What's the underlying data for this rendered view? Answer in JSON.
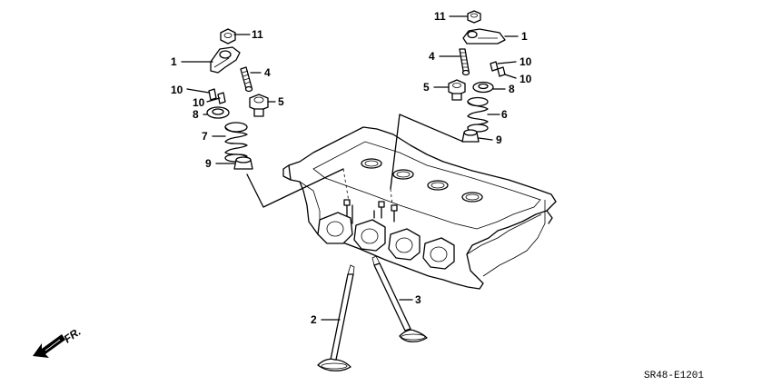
{
  "diagram": {
    "labels": {
      "l11_left": "11",
      "l1_left": "1",
      "l4_left": "4",
      "l10a_left": "10",
      "l10b_left": "10",
      "l5_left": "5",
      "l8_left": "8",
      "l7_left": "7",
      "l9_left": "9",
      "l11_right": "11",
      "l1_right": "1",
      "l4_right": "4",
      "l10a_right": "10",
      "l10b_right": "10",
      "l5_right": "5",
      "l8_right": "8",
      "l6_right": "6",
      "l9_right": "9",
      "l2": "2",
      "l3": "3"
    },
    "direction_label": "FR.",
    "diagram_code": "SR48-E1201"
  }
}
